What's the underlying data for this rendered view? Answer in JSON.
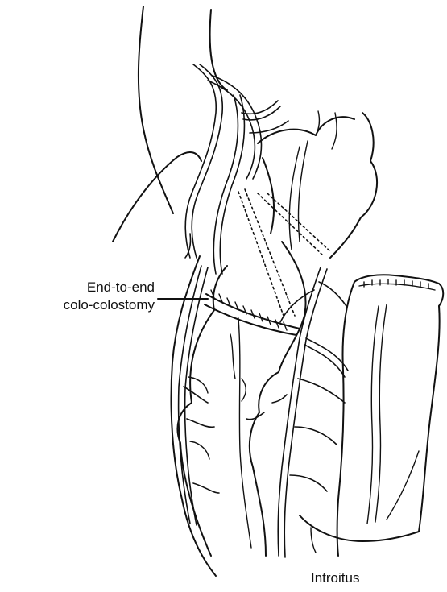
{
  "labels": {
    "anastomosis_line1": "End-to-end",
    "anastomosis_line2": "colo-colostomy",
    "introitus": "Introitus"
  }
}
